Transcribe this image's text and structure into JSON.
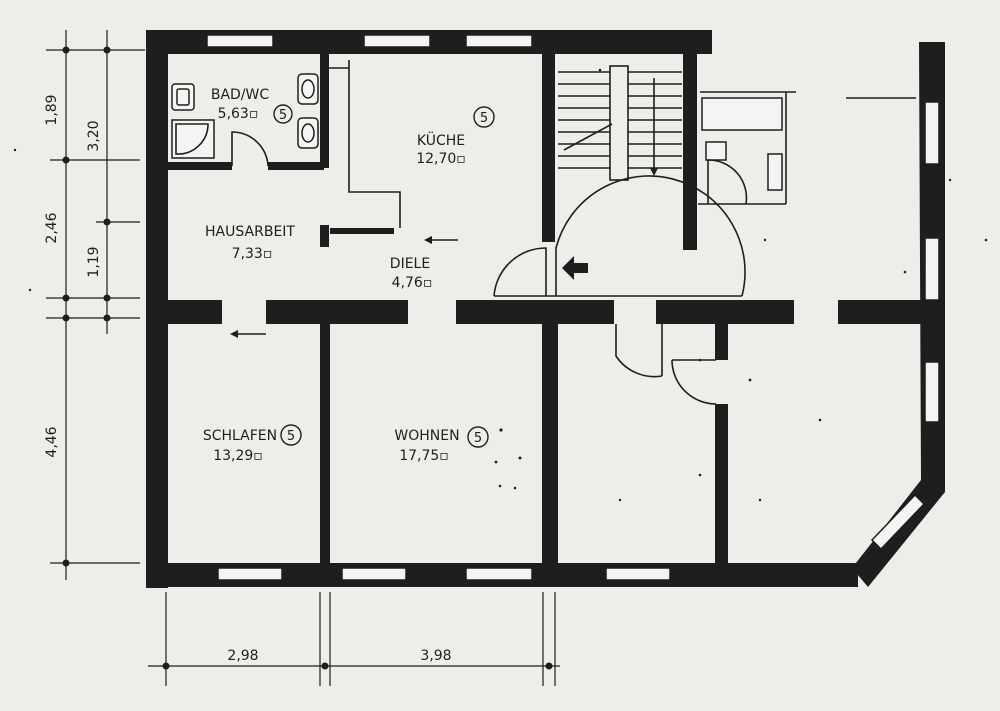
{
  "rooms": {
    "bad": {
      "name": "BAD/WC",
      "area": "5,63▫",
      "rating": "5"
    },
    "kueche": {
      "name": "KÜCHE",
      "area": "12,70▫",
      "rating": "5"
    },
    "hausarbeit": {
      "name": "HAUSARBEIT",
      "area": "7,33▫"
    },
    "diele": {
      "name": "DIELE",
      "area": "4,76▫"
    },
    "schlafen": {
      "name": "SCHLAFEN",
      "area": "13,29▫",
      "rating": "5"
    },
    "wohnen": {
      "name": "WOHNEN",
      "area": "17,75▫",
      "rating": "5"
    }
  },
  "dimensions": {
    "left_outer": [
      "1,89",
      "2,46",
      "4,46"
    ],
    "left_inner": [
      "3,20",
      "1,19"
    ],
    "bottom": [
      "2,98",
      "3,98"
    ]
  }
}
